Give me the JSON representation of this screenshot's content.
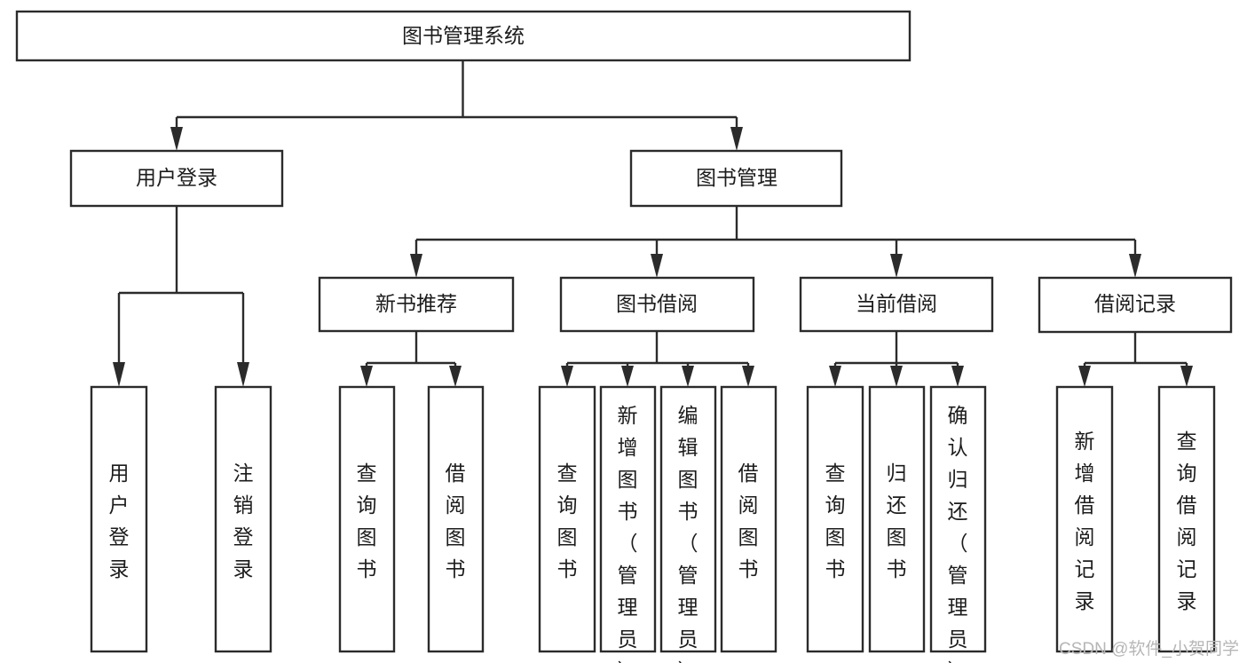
{
  "diagram": {
    "type": "tree",
    "title": "图书管理系统",
    "orientation": "top-down",
    "colors": {
      "box_stroke": "#2b2b2b",
      "box_fill": "#ffffff",
      "text": "#1c1c1c",
      "connector": "#2b2b2b",
      "watermark": "#b6b6b6",
      "background": "#ffffff"
    },
    "root": {
      "label": "图书管理系统"
    },
    "level2": [
      {
        "label": "用户登录"
      },
      {
        "label": "图书管理"
      }
    ],
    "level3": [
      {
        "label": "新书推荐"
      },
      {
        "label": "图书借阅"
      },
      {
        "label": "当前借阅"
      },
      {
        "label": "借阅记录"
      }
    ],
    "leaves": {
      "user_login": [
        {
          "label": "用户登录"
        },
        {
          "label": "注销登录"
        }
      ],
      "new_book_recommend": [
        {
          "label": "查询图书"
        },
        {
          "label": "借阅图书"
        }
      ],
      "book_borrow": [
        {
          "label": "查询图书"
        },
        {
          "label": "新增图书（管理员）"
        },
        {
          "label": "编辑图书（管理员）"
        },
        {
          "label": "借阅图书"
        }
      ],
      "current_borrow": [
        {
          "label": "查询图书"
        },
        {
          "label": "归还图书"
        },
        {
          "label": "确认归还（管理员）"
        }
      ],
      "borrow_record": [
        {
          "label": "新增借阅记录"
        },
        {
          "label": "查询借阅记录"
        }
      ]
    }
  },
  "watermark": {
    "text": "CSDN @软件_小贺同学"
  }
}
